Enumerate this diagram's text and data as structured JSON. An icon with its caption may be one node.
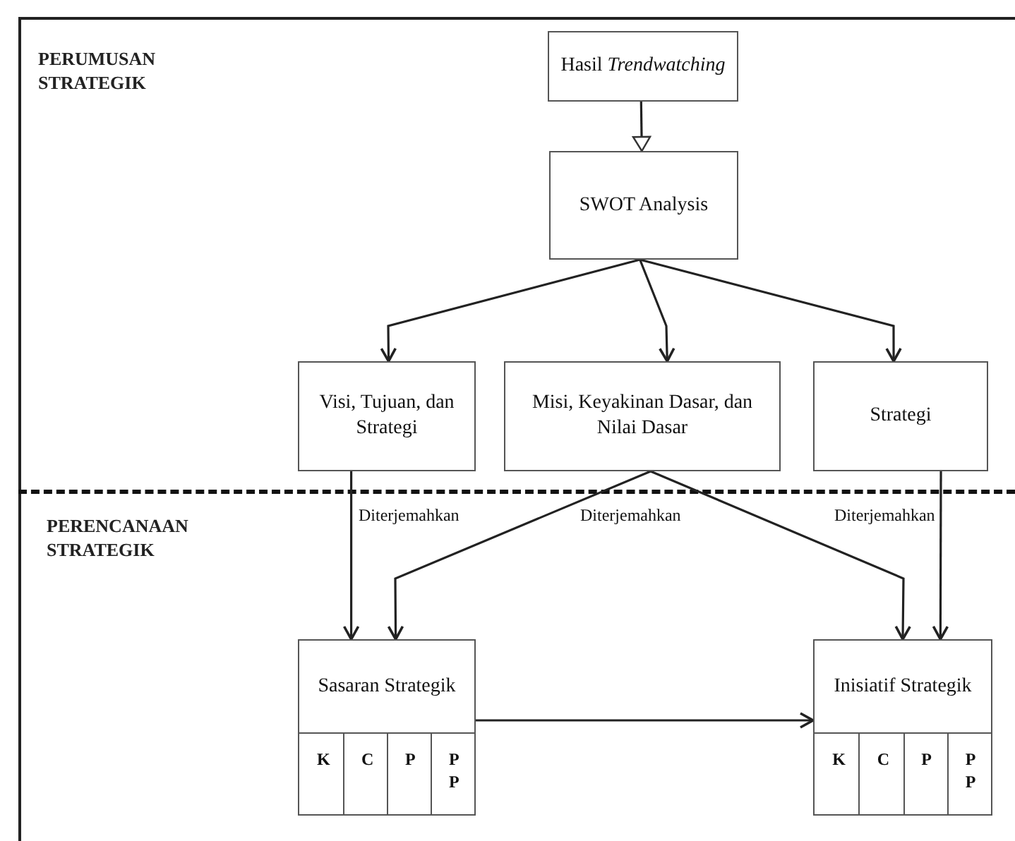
{
  "diagram": {
    "nodes": [
      {
        "text": [
          "Hasil *Trendwatching*"
        ]
      },
      {
        "text": [
          "SWOT Analysis"
        ]
      },
      {
        "text": [
          "Visi, Tujuan, dan Strategi"
        ]
      },
      {
        "text": [
          "Misi, Keyakinan Dasar, dan Nilai Dasar"
        ]
      },
      {
        "text": [
          "Strategi"
        ]
      },
      {
        "text": [
          "Sasaran Strategik"
        ]
      },
      {
        "text": [
          "K"
        ],
        "in": 5
      },
      {
        "text": [
          "C"
        ],
        "in": 5
      },
      {
        "text": [
          "P"
        ],
        "in": 5
      },
      {
        "text": [
          "PP"
        ],
        "in": 5
      },
      {
        "text": [
          "Inisiatif Strategik"
        ]
      },
      {
        "text": [
          "K"
        ],
        "in": 10
      },
      {
        "text": [
          "C"
        ],
        "in": 10
      },
      {
        "text": [
          "P"
        ],
        "in": 10
      },
      {
        "text": [
          "PP"
        ],
        "in": 10
      }
    ],
    "edges": [
      {
        "from": 0,
        "to": 1,
        "arrow": "to"
      },
      {
        "from": 1,
        "to": 2,
        "arrow": "to"
      },
      {
        "from": 1,
        "to": 3,
        "arrow": "to"
      },
      {
        "from": 1,
        "to": 4,
        "arrow": "to"
      },
      {
        "from": 2,
        "to": 5,
        "arrow": "to",
        "label": "Diterjemahkan"
      },
      {
        "from": 3,
        "to": 5,
        "arrow": "to",
        "label": "Diterjemahkan"
      },
      {
        "from": 3,
        "to": 10,
        "arrow": "to"
      },
      {
        "from": 4,
        "to": 10,
        "arrow": "to",
        "label": "Diterjemahkan"
      },
      {
        "from": 5,
        "to": 10,
        "arrow": "to"
      }
    ],
    "labels": [
      "PERUMUSAN STRATEGIK",
      "PERENCANAAN STRATEGIK"
    ]
  }
}
